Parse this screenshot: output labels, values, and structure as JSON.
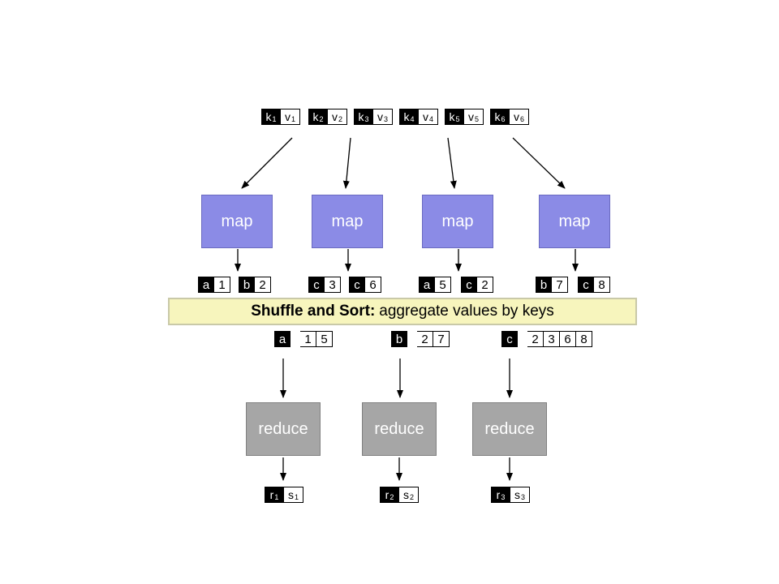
{
  "inputs": [
    {
      "k": "k",
      "ks": "1",
      "v": "v",
      "vs": "1"
    },
    {
      "k": "k",
      "ks": "2",
      "v": "v",
      "vs": "2"
    },
    {
      "k": "k",
      "ks": "3",
      "v": "v",
      "vs": "3"
    },
    {
      "k": "k",
      "ks": "4",
      "v": "v",
      "vs": "4"
    },
    {
      "k": "k",
      "ks": "5",
      "v": "v",
      "vs": "5"
    },
    {
      "k": "k",
      "ks": "6",
      "v": "v",
      "vs": "6"
    }
  ],
  "mappers": [
    {
      "label": "map",
      "outputs": [
        {
          "k": "a",
          "v": "1"
        },
        {
          "k": "b",
          "v": "2"
        }
      ]
    },
    {
      "label": "map",
      "outputs": [
        {
          "k": "c",
          "v": "3"
        },
        {
          "k": "c",
          "v": "6"
        }
      ]
    },
    {
      "label": "map",
      "outputs": [
        {
          "k": "a",
          "v": "5"
        },
        {
          "k": "c",
          "v": "2"
        }
      ]
    },
    {
      "label": "map",
      "outputs": [
        {
          "k": "b",
          "v": "7"
        },
        {
          "k": "c",
          "v": "8"
        }
      ]
    }
  ],
  "shuffle": {
    "bold": "Shuffle and Sort:",
    "text": "aggregate values by keys"
  },
  "groups": [
    {
      "key": "a",
      "values": [
        "1",
        "5"
      ]
    },
    {
      "key": "b",
      "values": [
        "2",
        "7"
      ]
    },
    {
      "key": "c",
      "values": [
        "2",
        "3",
        "6",
        "8"
      ]
    }
  ],
  "reducers": [
    {
      "label": "reduce",
      "output": {
        "k": "r",
        "ks": "1",
        "v": "s",
        "vs": "1"
      }
    },
    {
      "label": "reduce",
      "output": {
        "k": "r",
        "ks": "2",
        "v": "s",
        "vs": "2"
      }
    },
    {
      "label": "reduce",
      "output": {
        "k": "r",
        "ks": "3",
        "v": "s",
        "vs": "3"
      }
    }
  ],
  "colors": {
    "map_fill": "#8b8be6",
    "reduce_fill": "#a6a6a6",
    "shuffle_fill": "#f7f5bd",
    "key_cell": "#000000",
    "value_cell": "#ffffff"
  }
}
